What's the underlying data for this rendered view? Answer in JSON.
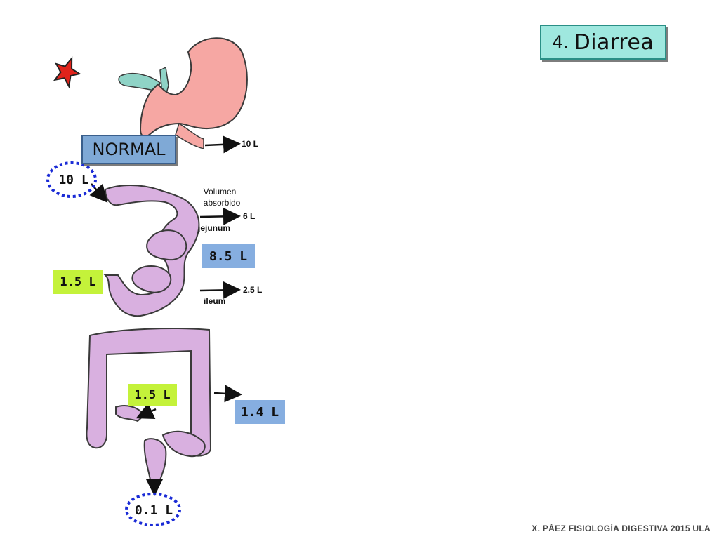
{
  "title": {
    "number": "4.",
    "text": "Diarrea"
  },
  "labels": {
    "normal": "NORMAL",
    "stomach_out": "10 L",
    "intake": "10 L",
    "volumen": "Volumen",
    "absorbido": "absorbido",
    "jejunum": "jejunum",
    "jejunum_value": "6 L",
    "total_small": "8.5 L",
    "ileum": "ileum",
    "ileum_value": "2.5 L",
    "ileocecal": "1.5 L",
    "colon_in": "1.5 L",
    "colon_absorbed": "1.4 L",
    "feces": "0.1 L"
  },
  "footer": "X. PÁEZ   FISIOLOGÍA DIGESTIVA 2015  ULA",
  "colors": {
    "stomach": "#f6a7a3",
    "intestine": "#d9b0e0",
    "organ_outline": "#3a3a3a",
    "gallbladder": "#8fd3c6",
    "blue_label": "#86aee0",
    "green_label": "#c4f23a",
    "title_bg": "#9fe8df",
    "dotted_circle": "#1a2bd6",
    "star": "#e0231b"
  },
  "icons": [
    "star-icon"
  ]
}
